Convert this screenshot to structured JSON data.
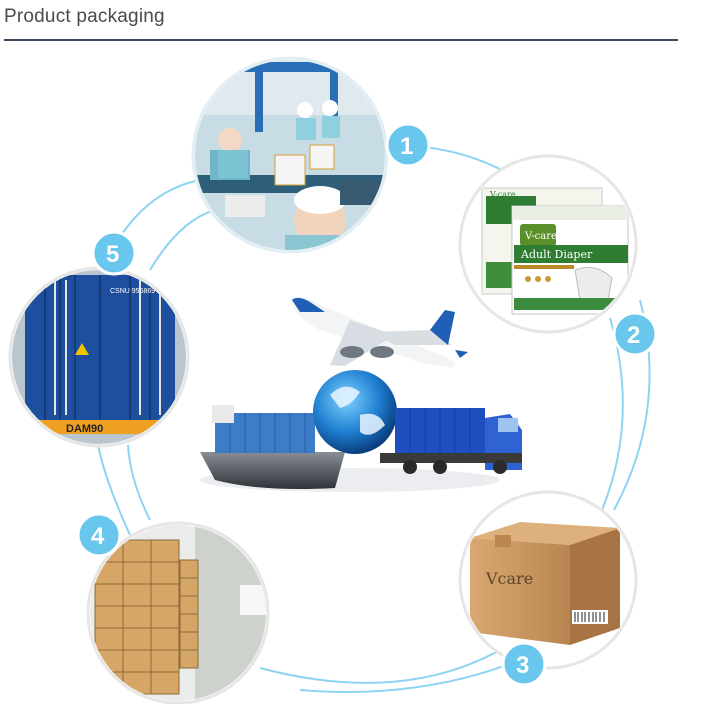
{
  "header": {
    "title": "Product packaging"
  },
  "steps": [
    {
      "number": "1"
    },
    {
      "number": "2"
    },
    {
      "number": "3"
    },
    {
      "number": "4"
    },
    {
      "number": "5"
    }
  ],
  "products": {
    "brand": "V-care",
    "name": "Adult Diaper"
  },
  "carton": {
    "label": "Vcare"
  },
  "container": {
    "code": "CSNU 956869 45G1",
    "plate": "DAM90"
  },
  "colors": {
    "accent": "#69c6ec",
    "rule": "#3b4a5a",
    "diaper_green": "#2f7d32",
    "carton": "#c9965f",
    "container_blue": "#1d4f9e"
  }
}
